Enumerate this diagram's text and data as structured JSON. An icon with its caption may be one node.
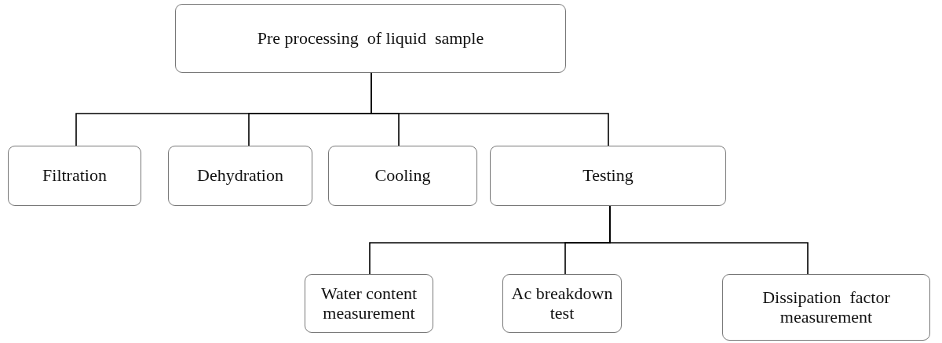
{
  "diagram": {
    "nodes": [
      {
        "text": [
          "Pre processing  of liquid  sample"
        ]
      },
      {
        "text": [
          "Filtration"
        ]
      },
      {
        "text": [
          "Dehydration"
        ]
      },
      {
        "text": [
          "Cooling"
        ]
      },
      {
        "text": [
          "Testing"
        ]
      },
      {
        "text": [
          "Water content measurement"
        ]
      },
      {
        "text": [
          "Ac breakdown test"
        ]
      },
      {
        "text": [
          "Dissipation  factor measurement"
        ]
      }
    ],
    "edges": [
      {
        "from": 0,
        "to": 1,
        "arrow": "none"
      },
      {
        "from": 0,
        "to": 2,
        "arrow": "none"
      },
      {
        "from": 0,
        "to": 3,
        "arrow": "none"
      },
      {
        "from": 0,
        "to": 4,
        "arrow": "none"
      },
      {
        "from": 4,
        "to": 5,
        "arrow": "none"
      },
      {
        "from": 4,
        "to": 6,
        "arrow": "none"
      },
      {
        "from": 4,
        "to": 7,
        "arrow": "none"
      }
    ]
  }
}
